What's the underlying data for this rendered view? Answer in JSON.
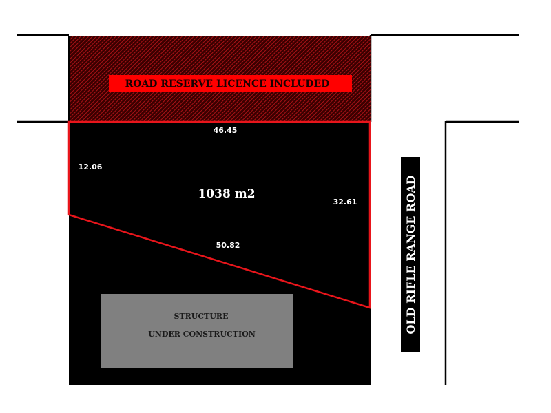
{
  "colors": {
    "block": "#000000",
    "boundary": "#e8151b",
    "reserve_fill": "#3b0000",
    "reserve_stripe": "#c4161c",
    "banner": "#ff0000",
    "structure": "#808080",
    "road_lines": "#000000",
    "text_light": "#ffffff",
    "text_dark": "#1a1a1a"
  },
  "reserve": {
    "label": "ROAD RESERVE LICENCE INCLUDED"
  },
  "lot": {
    "area": "1038 m2",
    "dims": {
      "top": "46.45",
      "left": "12.06",
      "right": "32.61",
      "bottom": "50.82"
    }
  },
  "structure": {
    "line1": "STRUCTURE",
    "line2": "UNDER CONSTRUCTION"
  },
  "road": {
    "name": "OLD RIFLE RANGE ROAD"
  }
}
